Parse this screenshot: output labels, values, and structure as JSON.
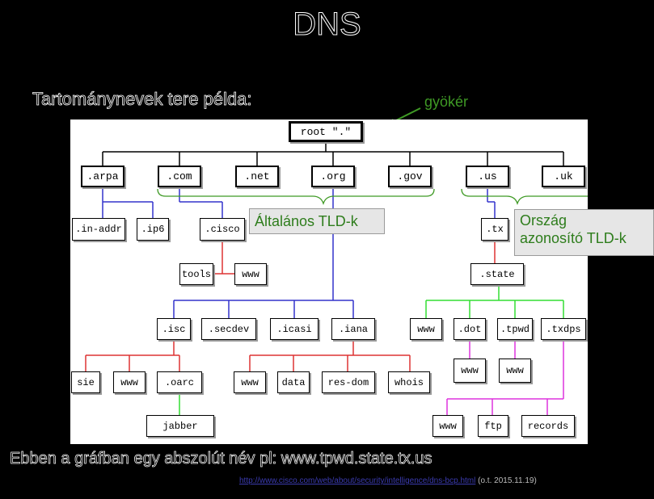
{
  "title": "DNS",
  "subtitle": "Tartománynevek tere példa:",
  "root_label": "gyökér",
  "callouts": {
    "generic": "Általános TLD-k",
    "country_line1": "Ország",
    "country_line2": "azonosító TLD-k"
  },
  "footer": "Ebben a gráfban egy abszolút név pl: www.tpwd.state.tx.us",
  "source": {
    "url": "http://www.cisco.com/web/about/security/intelligence/dns-bcp.html",
    "date": "(o.t. 2015.11.19)"
  },
  "nodes": {
    "root": "root \".\"",
    "arpa": ".arpa",
    "com": ".com",
    "net": ".net",
    "org": ".org",
    "gov": ".gov",
    "us": ".us",
    "uk": ".uk",
    "inaddr": ".in-addr",
    "ip6": ".ip6",
    "cisco": ".cisco",
    "tools": "tools",
    "cisco_www": "www",
    "tx": ".tx",
    "state": ".state",
    "isc": ".isc",
    "secdev": ".secdev",
    "icasi": ".icasi",
    "iana": ".iana",
    "state_www": "www",
    "dot": ".dot",
    "tpwd": ".tpwd",
    "txdps": ".txdps",
    "dot_www": "www",
    "tpwd_www": "www",
    "sie": "sie",
    "isc_www": "www",
    "oarc": ".oarc",
    "iana_www": "www",
    "data": "data",
    "resdom": "res-dom",
    "whois": "whois",
    "jabber": "jabber",
    "txdps_www": "www",
    "ftp": "ftp",
    "records": "records"
  },
  "colors": {
    "root_branch": "#000000",
    "arpa_branch": "#3333cc",
    "generic_brace": "#3f9a25",
    "cisco_branch": "#dd3333",
    "state_branch": "#33dd33",
    "txdps_branch": "#dd33dd"
  }
}
